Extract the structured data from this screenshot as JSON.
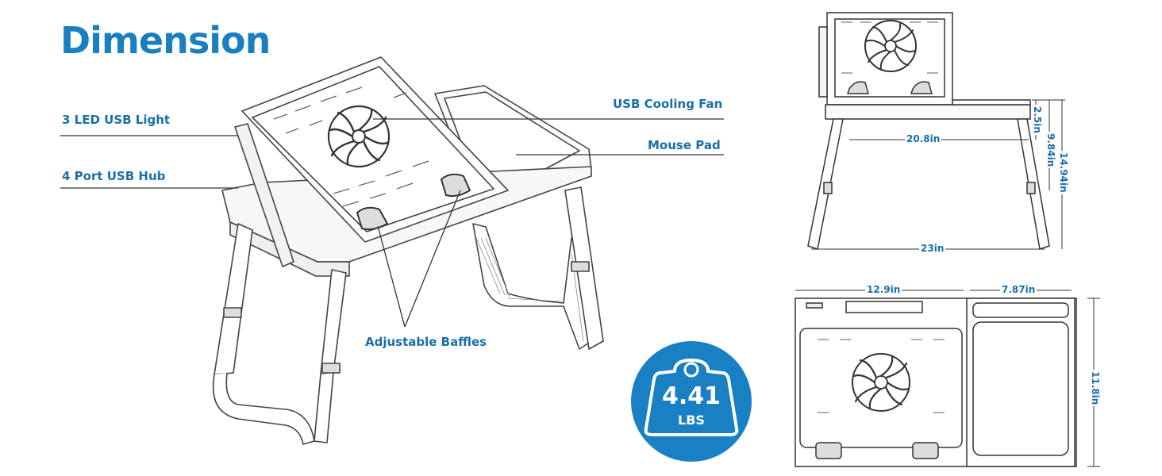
{
  "title": "Dimension",
  "callouts": {
    "led_light": "3 LED USB Light",
    "usb_hub": "4 Port USB Hub",
    "cooling_fan": "USB Cooling Fan",
    "mouse_pad": "Mouse Pad",
    "baffles": "Adjustable Baffles"
  },
  "dimensions": {
    "front_top_width": "20.8in",
    "front_bottom_width": "23in",
    "front_depth_small": "2.5in",
    "front_height_mid": "9.84in",
    "front_height_total": "14.94in",
    "top_width_left": "12.9in",
    "top_width_right": "7.87in",
    "top_depth": "11.8in"
  },
  "weight_badge": {
    "value": "4.41",
    "unit": "LBS"
  },
  "colors": {
    "accent": "#1a7fbf",
    "label": "#1a6fa8",
    "line": "#333333"
  }
}
